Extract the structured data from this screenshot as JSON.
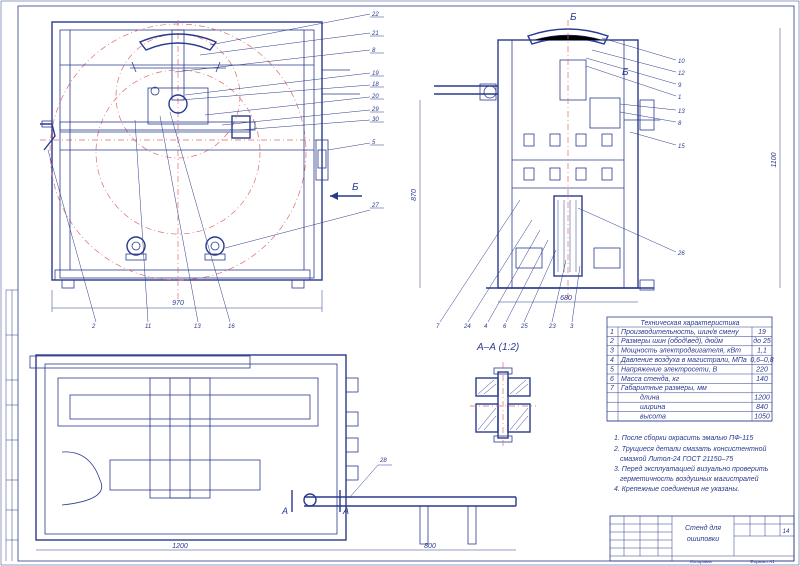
{
  "sheet": {
    "section_label": "А–А (1:2)",
    "view_b_label": "Б",
    "view_b_top": "Б",
    "view_b_right": "Б",
    "cut_a_left": "А",
    "cut_a_right": "А"
  },
  "dimensions": {
    "front_width": "970",
    "front_height": "870",
    "side_width": "680",
    "side_height": "1100",
    "plan_width": "1200",
    "plan_ext": "800"
  },
  "callouts_front": [
    "22",
    "21",
    "8",
    "19",
    "18",
    "20",
    "29",
    "30",
    "5",
    "27",
    "2",
    "11",
    "13",
    "16"
  ],
  "callouts_side": [
    "10",
    "12",
    "9",
    "1",
    "13",
    "8",
    "15",
    "26",
    "7",
    "24",
    "4",
    "6",
    "25",
    "23",
    "3"
  ],
  "callout_plan": "28",
  "spec_table": {
    "title": "Техническая характеристика",
    "rows": [
      {
        "n": "1",
        "label": "Производительность, шин/в смену",
        "value": "19"
      },
      {
        "n": "2",
        "label": "Размеры шин (обод\\вед), дюйм",
        "value": "до 25"
      },
      {
        "n": "3",
        "label": "Мощность электродвигателя, кВт",
        "value": "1,1"
      },
      {
        "n": "4",
        "label": "Давление воздуха в магистрали, МПа",
        "value": "0,6–0,8"
      },
      {
        "n": "5",
        "label": "Напряжение электросети, В",
        "value": "220"
      },
      {
        "n": "6",
        "label": "Масса стенда, кг",
        "value": "140"
      },
      {
        "n": "7",
        "label": "Габаритные размеры, мм",
        "value": ""
      },
      {
        "n": "",
        "label": "длина",
        "value": "1200"
      },
      {
        "n": "",
        "label": "ширина",
        "value": "840"
      },
      {
        "n": "",
        "label": "высота",
        "value": "1050"
      }
    ]
  },
  "notes": [
    "1. После сборки окрасить эмалью ПФ-115",
    "2. Трущиеся детали смазать консистентной",
    "смазкой Литол-24 ГОСТ 21150–75",
    "3. Перед эксплуатацией визуально проверить",
    "герметичность воздушных магистралей",
    "4. Крепежные соединения не указаны."
  ],
  "title_block": {
    "title_line1": "Стенд для",
    "title_line2": "ошиповки",
    "sheet_no": "14",
    "format_label": "Формат  А1",
    "copied_label": "Копировал"
  }
}
